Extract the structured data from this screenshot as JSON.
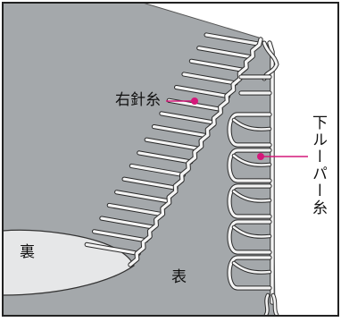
{
  "labels": {
    "right_needle_thread": "右針糸",
    "lower_looper_thread": "下ルーパー糸",
    "fabric_back": "裏",
    "fabric_front": "表"
  },
  "colors": {
    "fabric": "#a4a8ab",
    "fabric_back_panel": "#e6e7e8",
    "thread_fill": "#f4f4f4",
    "thread_outline": "#2a2a2a",
    "leader": "#d4187a",
    "frame": "#222222"
  },
  "icons": {
    "leader_dot": "magenta-dot"
  }
}
